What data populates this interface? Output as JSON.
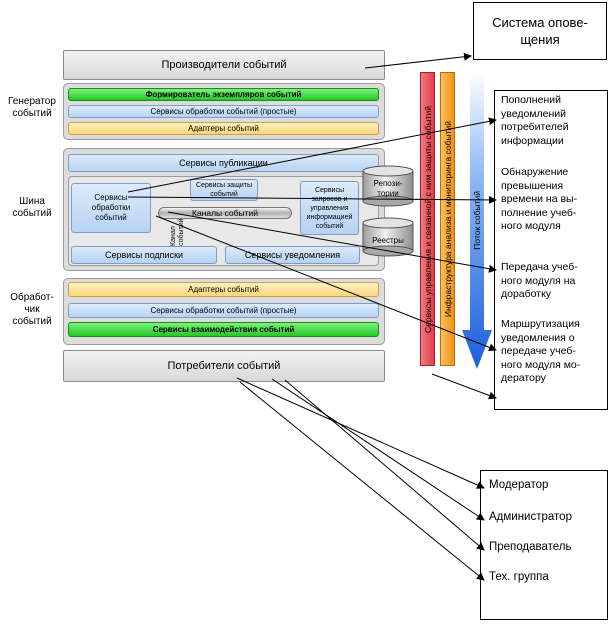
{
  "top_notice": "Система опове-\nщения",
  "producers": "Производители событий",
  "consumers": "Потребители событий",
  "side_labels": {
    "generator": "Генератор\nсобытий",
    "bus": "Шина\nсобытий",
    "processor": "Обработ-\nчик\nсобытий"
  },
  "generator": {
    "row1": "Формирователь экземпляров событий",
    "row2": "Сервисы обработки событий (простые)",
    "row3": "Адаптеры событий"
  },
  "bus": {
    "publication": "Сервисы публикации",
    "processing": "Сервисы\nобработки\nсобытий",
    "security": "Сервисы защиты\nсобытий",
    "query": "Сервисы\nзапросов и\nуправления\nинформацией\nсобытий",
    "channels": "Каналы событий",
    "channel_vertical": "Канал\nсобытий",
    "subscription": "Сервисы подписки",
    "notification": "Сервисы уведомления",
    "repositories": "Репози-\nтории",
    "registries": "Реестры"
  },
  "processor": {
    "row1": "Адаптеры событий",
    "row2": "Сервисы обработки событий (простые)",
    "row3": "Сервисы взаимодействия событий"
  },
  "vertical_bars": {
    "red": "Сервисы управления и связанной с ним защиты событий",
    "orange": "Инфраструктура анализа и мониторинга событий",
    "blue": "Поток событий"
  },
  "notes": [
    "Пополнений\nуведомлений\nпотребителей\nинформации",
    "Обнаружение\nпревышения\nвремени на вы-\nполнение учеб-\nного модуля",
    "Передача учеб-\nного модуля на\nдоработку",
    "Маршрутизация\nуведомления о\nпередаче учеб-\nного модуля мо-\nдератору"
  ],
  "recipients": [
    "Модератор",
    "Администратор",
    "Преподаватель",
    "Тех. группа"
  ],
  "colors": {
    "green": "#33cc33",
    "blue_box": "#c6dcf5",
    "yellow_box": "#fbd67c",
    "red_bar": "#e8505b",
    "orange_bar": "#f7a11a",
    "blue_arrow": "#2b6fe0"
  }
}
